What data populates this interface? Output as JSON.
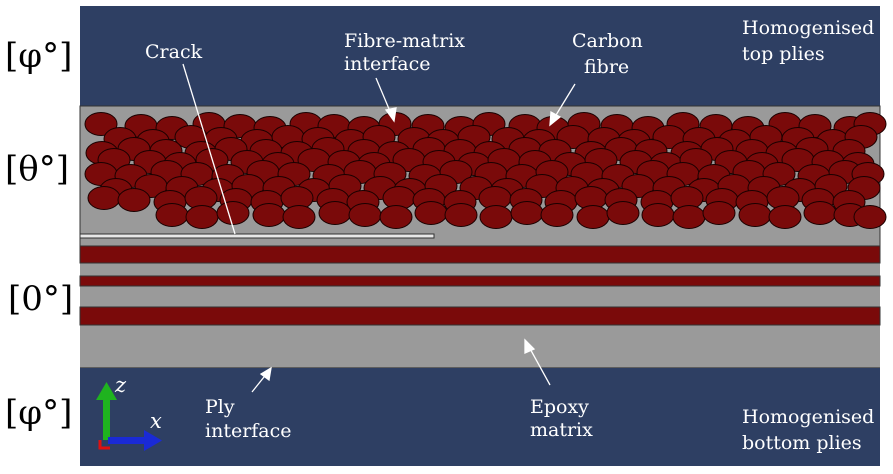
{
  "ply_angles": {
    "top": "[φ°]",
    "middle": "[θ°]",
    "zero": "[0°]",
    "bottom": "[φ°]"
  },
  "labels": {
    "crack": "Crack",
    "fibre_matrix_interface": [
      "Fibre-matrix",
      "interface"
    ],
    "carbon_fibre": [
      "Carbon",
      "fibre"
    ],
    "homogenised_top": [
      "Homogenised",
      "top plies"
    ],
    "ply_interface": [
      "Ply",
      "interface"
    ],
    "epoxy_matrix": [
      "Epoxy",
      "matrix"
    ],
    "homogenised_bottom": [
      "Homogenised",
      "bottom plies"
    ]
  },
  "axes": {
    "z": "z",
    "x": "x"
  },
  "colors": {
    "homogenised_ply": "#2e3f63",
    "epoxy_matrix": "#9a9a9a",
    "carbon_fibre": "#7a0a0a",
    "z_axis": "#1fb31f",
    "x_axis": "#1a2ad6",
    "origin": "#e01010"
  }
}
